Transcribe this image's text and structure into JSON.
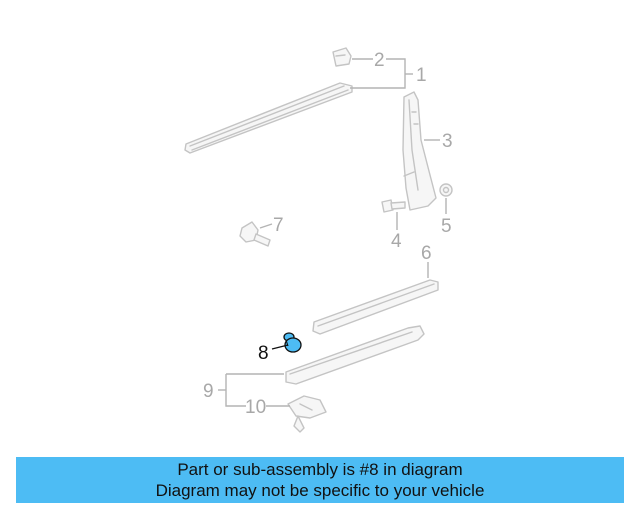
{
  "callouts": {
    "c1": "1",
    "c2": "2",
    "c3": "3",
    "c4": "4",
    "c5": "5",
    "c6": "6",
    "c7": "7",
    "c8": "8",
    "c9": "9",
    "c10": "10"
  },
  "highlighted_part": "8",
  "colors": {
    "highlight": "#4dbcf4",
    "part_lines": "#c4c4c4",
    "callout_text": "#a8a8a8"
  },
  "banner": {
    "line1": "Part or sub-assembly is #8 in diagram",
    "line2": "Diagram may not be specific to your vehicle"
  }
}
